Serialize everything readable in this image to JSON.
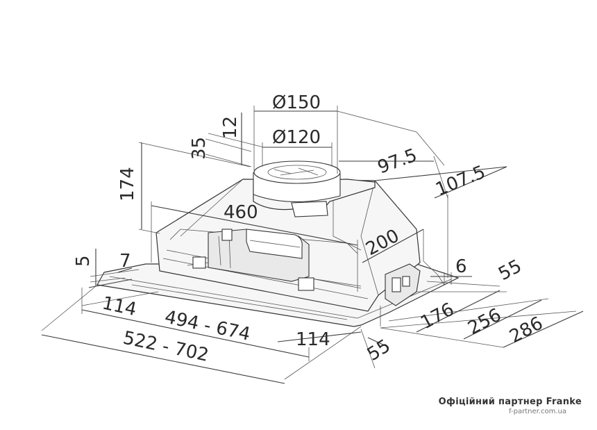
{
  "dimensions": {
    "outer_duct_diameter": "Ø150",
    "inner_duct_diameter": "Ø120",
    "collar_height": "12",
    "collar_offset": "35",
    "total_height": "174",
    "top_depth_offset": "97.5",
    "top_depth_offset_outer": "107.5",
    "body_width": "460",
    "body_depth": "200",
    "flange_thickness": "5",
    "flange_step": "7",
    "side_step": "6",
    "left_margin": "114",
    "right_margin": "114",
    "cutout_width_range": "494 - 674",
    "total_width_range": "522 - 702",
    "front_margin": "55",
    "rear_margin": "55",
    "depth_inner": "176",
    "depth_cutout": "256",
    "depth_total": "286"
  },
  "watermark": {
    "title": "Офіційний партнер Franke",
    "site": "f-partner.com.ua"
  },
  "colors": {
    "line": "#3a3a3a",
    "body_fill": "#f6f6f6"
  }
}
